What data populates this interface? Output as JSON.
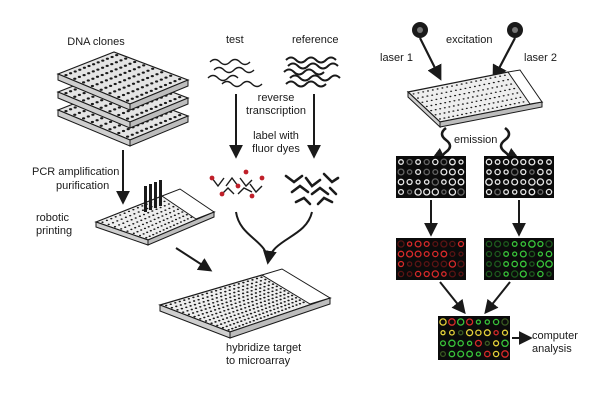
{
  "labels": {
    "dna_clones": "DNA clones",
    "pcr_line1": "PCR amplification",
    "pcr_line2": "purification",
    "robotic_line1": "robotic",
    "robotic_line2": "printing",
    "test": "test",
    "reference": "reference",
    "rt_line1": "reverse",
    "rt_line2": "transcription",
    "label_line1": "label with",
    "label_line2": "fluor dyes",
    "hybridize_line1": "hybridize target",
    "hybridize_line2": "to microarray",
    "excitation": "excitation",
    "laser1": "laser 1",
    "laser2": "laser 2",
    "emission": "emission",
    "computer_line1": "computer",
    "computer_line2": "analysis"
  },
  "colors": {
    "ink": "#1a1a1a",
    "plate_fill": "#e4e4e4",
    "scan_bg": "#0b0b0b",
    "spot_white": "#e8e8e8",
    "spot_red": "#d62a2a",
    "spot_green": "#39c43a",
    "spot_yellow": "#e6d23a",
    "dye_red": "#c0202a"
  }
}
